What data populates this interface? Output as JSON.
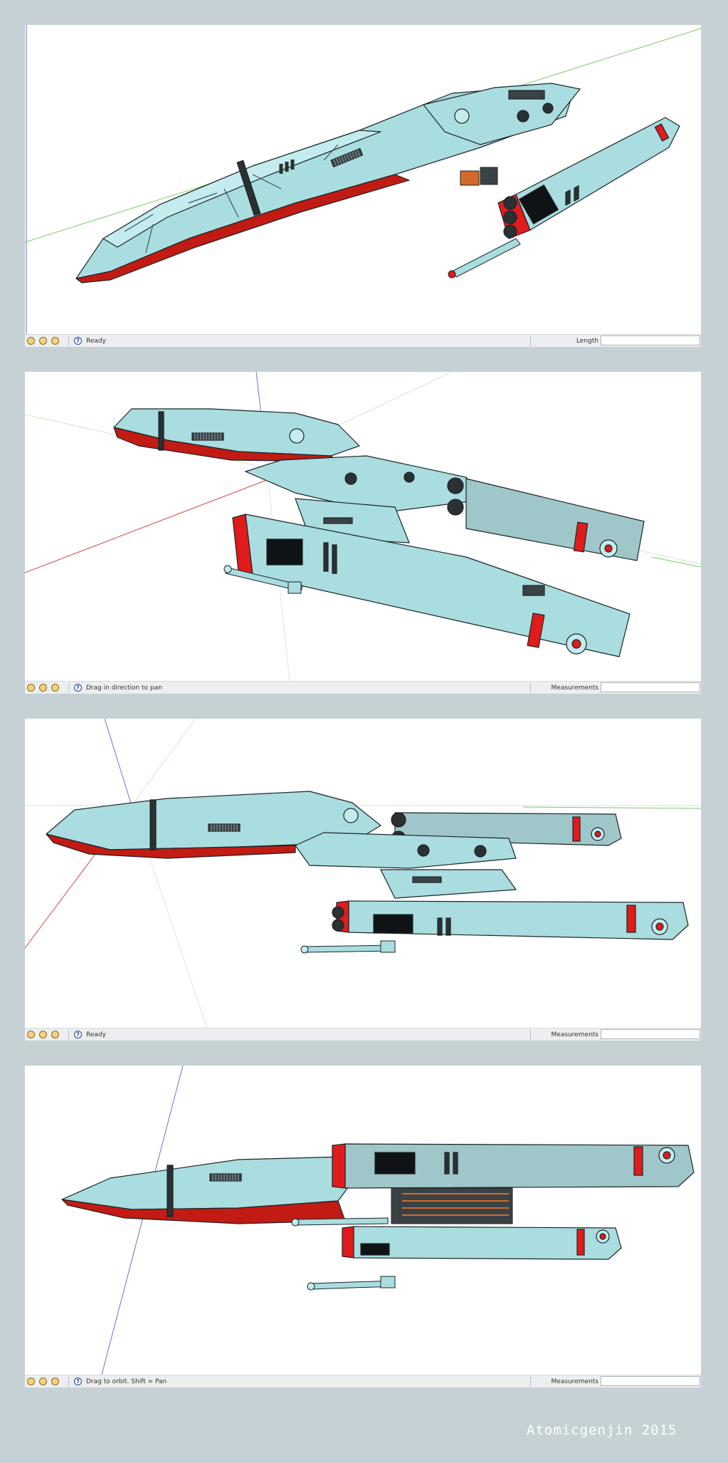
{
  "credit": "Atomicgenjin 2015",
  "viewports": [
    {
      "status_text": "Ready",
      "vcb_label": "Length"
    },
    {
      "status_text": "Drag in direction to pan",
      "vcb_label": "Measurements"
    },
    {
      "status_text": "Ready",
      "vcb_label": "Measurements"
    },
    {
      "status_text": "Drag to orbit.  Shift = Pan",
      "vcb_label": "Measurements"
    }
  ],
  "icons": {
    "status_buttons": [
      "geo-location-icon",
      "credits-icon",
      "user-icon"
    ],
    "help": "help-icon"
  },
  "colors": {
    "background": "#c5d1d4",
    "hull": "#a9dde0",
    "hull_shade": "#7fb3b7",
    "hull_light": "#c4ecee",
    "underside": "#c11b14",
    "accent_red": "#e01b1b",
    "dark_panel": "#2b3033",
    "green_axis": "#7ec86e",
    "red_axis": "#d14a4a",
    "blue_axis": "#6f6fd6"
  }
}
